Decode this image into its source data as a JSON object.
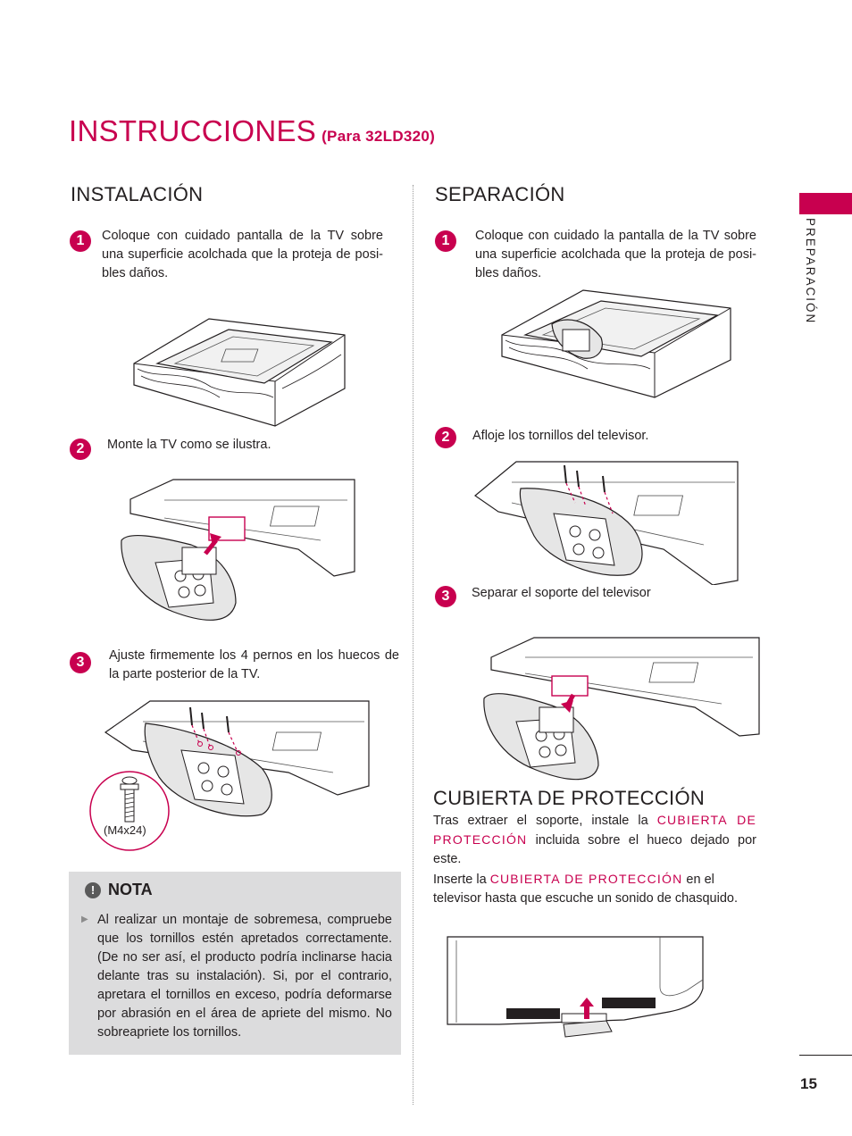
{
  "header": {
    "title": "INSTRUCCIONES",
    "subtitle": "(Para 32LD320)"
  },
  "side_tab": {
    "label": "PREPARACIÓN"
  },
  "install": {
    "heading": "INSTALACIÓN",
    "steps": [
      {
        "num": "1",
        "text": "Coloque con cuidado pantalla de la TV sobre una superficie acolchada que la proteja de posi-bles daños."
      },
      {
        "num": "2",
        "text": "Monte la TV como se ilustra."
      },
      {
        "num": "3",
        "text": "Ajuste firmemente los 4 pernos en los huecos de la parte posterior de la TV."
      }
    ],
    "screw_label": "(M4x24)"
  },
  "removal": {
    "heading": "SEPARACIÓN",
    "steps": [
      {
        "num": "1",
        "text": "Coloque con cuidado la pantalla de la TV sobre una superficie acolchada que la proteja de posi-bles daños."
      },
      {
        "num": "2",
        "text": "Afloje los tornillos del televisor."
      },
      {
        "num": "3",
        "text": "Separar el soporte del televisor"
      }
    ]
  },
  "cover": {
    "heading": "CUBIERTA DE PROTECCIÓN",
    "p1_a": "Tras extraer el soporte, instale la",
    "p1_caps": "CUBIERTA DE PROTECCIÓN",
    "p1_b": "incluida sobre el hueco dejado por este.",
    "p2_a": "Inserte la",
    "p2_caps": "CUBIERTA DE PROTECCIÓN",
    "p2_b": "en el televisor hasta que escuche un sonido de chasquido."
  },
  "note": {
    "icon": "exclamation-icon",
    "heading": "NOTA",
    "text": "Al realizar un montaje de sobremesa, compruebe que los tornillos estén apretados correctamente. (De no ser así, el producto podría inclinarse hacia delante tras su instalación). Si, por el contrario, apretara el tornillos en exceso, podría deformarse por abrasión en el área de apriete del mismo. No sobreapriete los tornillos."
  },
  "footer": {
    "page_number": "15"
  },
  "colors": {
    "accent": "#c8004f",
    "note_bg": "#dcdcdd"
  }
}
